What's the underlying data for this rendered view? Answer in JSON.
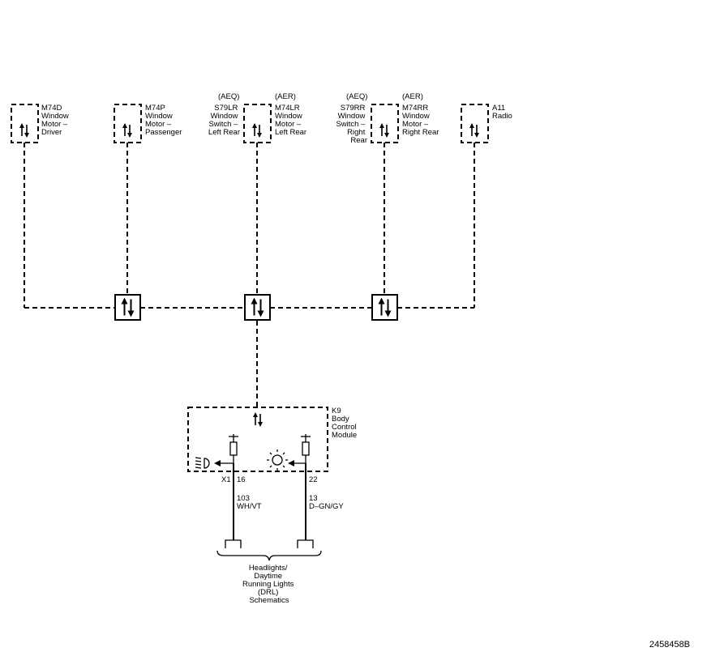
{
  "components": [
    {
      "id": "m74d",
      "lines": [
        "M74D",
        "Window",
        "Motor –",
        "Driver"
      ],
      "option": ""
    },
    {
      "id": "m74p",
      "lines": [
        "M74P",
        "Window",
        "Motor –",
        "Passenger"
      ],
      "option": ""
    },
    {
      "id": "s79lr",
      "lines": [
        "S79LR",
        "Window",
        "Switch –",
        "Left Rear"
      ],
      "option": "(AEQ)"
    },
    {
      "id": "m74lr",
      "lines": [
        "M74LR",
        "Window",
        "Motor –",
        "Left Rear"
      ],
      "option": "(AER)"
    },
    {
      "id": "s79rr",
      "lines": [
        "S79RR",
        "Window",
        "Switch –",
        "Right",
        "Rear"
      ],
      "option": "(AEQ)"
    },
    {
      "id": "m74rr",
      "lines": [
        "M74RR",
        "Window",
        "Motor –",
        "Right Rear"
      ],
      "option": "(AER)"
    },
    {
      "id": "a11",
      "lines": [
        "A11",
        "Radio"
      ],
      "option": ""
    }
  ],
  "module": {
    "lines": [
      "K9",
      "Body",
      "Control",
      "Module"
    ]
  },
  "connector": "X1",
  "circuits": [
    {
      "pin": "16",
      "circuit": "103",
      "color": "WH/VT"
    },
    {
      "pin": "22",
      "circuit": "13",
      "color": "D–GN/GY"
    }
  ],
  "reference": {
    "lines": [
      "Headlights/",
      "Daytime",
      "Running Lights",
      "(DRL)",
      "Schematics"
    ]
  },
  "figure_id": "2458458B",
  "icons": [
    "data-arrows-icon",
    "headlamp-icon",
    "sun-icon"
  ]
}
